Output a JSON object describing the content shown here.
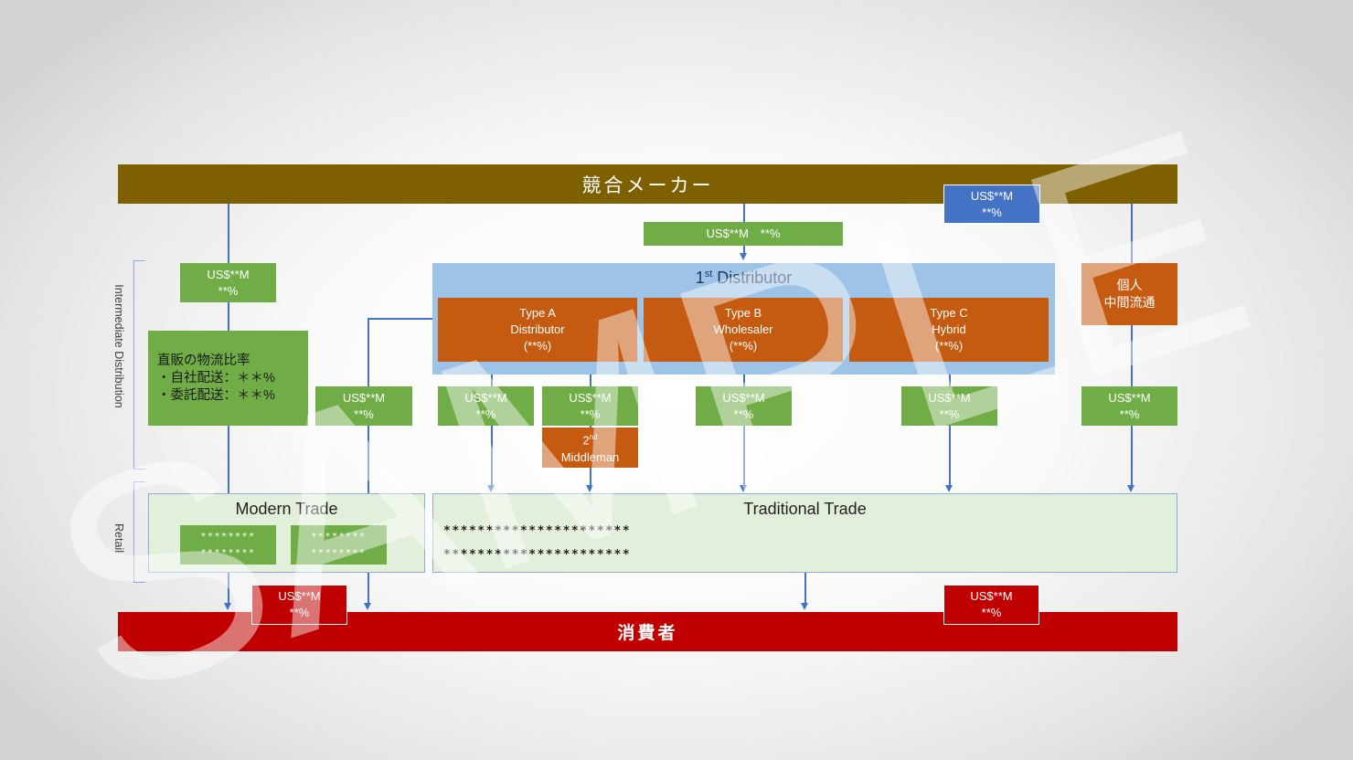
{
  "header": {
    "maker_label": "競合メーカー"
  },
  "footer": {
    "consumer_label": "消費者"
  },
  "sections": {
    "intermediate": "Intermediate Distribution",
    "retail": "Retail"
  },
  "flows": {
    "maker_to_distributor": "US$**M　**%",
    "maker_blue": {
      "line1": "US$**M",
      "line2": "**%"
    },
    "direct_top": {
      "line1": "US$**M",
      "line2": "**%"
    },
    "direct_logistics": {
      "title": "直販の物流比率",
      "line1": "・自社配送：＊＊%",
      "line2": "・委託配送：＊＊%"
    },
    "direct_modern": {
      "line1": "US$**M",
      "line2": "**%"
    },
    "typeA_left": {
      "line1": "US$**M",
      "line2": "**%"
    },
    "typeA_right": {
      "line1": "US$**M",
      "line2": "**%"
    },
    "typeB": {
      "line1": "US$**M",
      "line2": "**%"
    },
    "typeC": {
      "line1": "US$**M",
      "line2": "**%"
    },
    "individual": {
      "line1": "US$**M",
      "line2": "**%"
    },
    "modern_consumer": {
      "line1": "US$**M",
      "line2": "**%"
    },
    "traditional_consumer": {
      "line1": "US$**M",
      "line2": "**%"
    }
  },
  "distributor": {
    "title_prefix": "1",
    "title_sup": "st",
    "title_suffix": " Distributor",
    "types": [
      {
        "line1": "Type A",
        "line2": "Distributor",
        "line3": "(**%)"
      },
      {
        "line1": "Type B",
        "line2": "Wholesaler",
        "line3": "(**%)"
      },
      {
        "line1": "Type C",
        "line2": "Hybrid",
        "line3": "(**%)"
      }
    ]
  },
  "individual_middle": {
    "line1": "個人",
    "line2": "中間流通"
  },
  "middleman2": {
    "prefix": "2",
    "sup": "nd",
    "line2": "Middleman"
  },
  "modern_trade": {
    "title": "Modern Trade",
    "boxes": [
      {
        "line1": "********",
        "line2": "********"
      },
      {
        "line1": "********",
        "line2": "********"
      }
    ]
  },
  "traditional_trade": {
    "title": "Traditional Trade",
    "line1": "**********************",
    "line2": "**********************"
  },
  "watermark": "SAMPLE",
  "colors": {
    "maker": "#7f6000",
    "consumer": "#c00000",
    "flow_green": "#70ad47",
    "distributor_orange": "#c55a11",
    "distributor_blue": "#9dc3e6",
    "retail_green": "#e2efda",
    "line_blue": "#4472c4"
  }
}
